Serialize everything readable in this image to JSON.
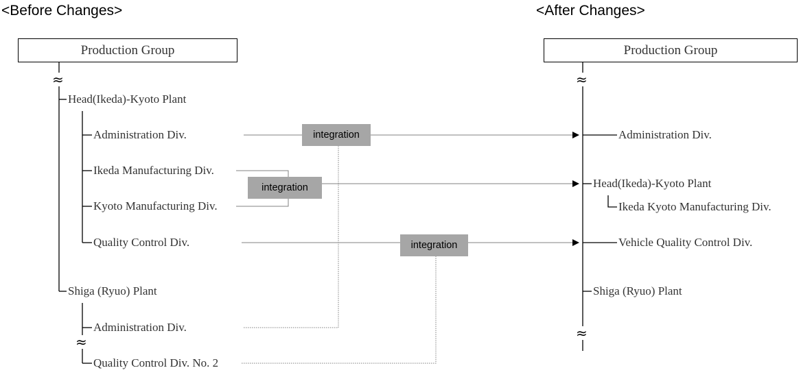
{
  "before": {
    "heading": "<Before Changes>",
    "root_label": "Production Group",
    "break_symbol": "≈",
    "plants": [
      {
        "name": "Head(Ikeda)-Kyoto Plant",
        "divisions": [
          "Administration Div.",
          "Ikeda Manufacturing Div.",
          "Kyoto Manufacturing Div.",
          "Quality Control Div."
        ]
      },
      {
        "name": "Shiga (Ryuo) Plant",
        "divisions": [
          "Administration Div.",
          "Quality Control Div. No. 2"
        ]
      }
    ]
  },
  "after": {
    "heading": "<After Changes>",
    "root_label": "Production Group",
    "break_symbol": "≈",
    "items": [
      "Administration Div.",
      "Head(Ikeda)-Kyoto Plant",
      "Ikeda Kyoto Manufacturing Div.",
      "Vehicle Quality Control Div.",
      "Shiga (Ryuo) Plant"
    ]
  },
  "integrations": [
    {
      "label": "integration",
      "target": "Administration Div."
    },
    {
      "label": "integration",
      "target": "Head(Ikeda)-Kyoto Plant"
    },
    {
      "label": "integration",
      "target": "Vehicle Quality Control Div."
    }
  ],
  "colors": {
    "line": "#000000",
    "arrow_line": "#808080",
    "tag_fill": "#a6a6a6",
    "text": "#333333"
  }
}
